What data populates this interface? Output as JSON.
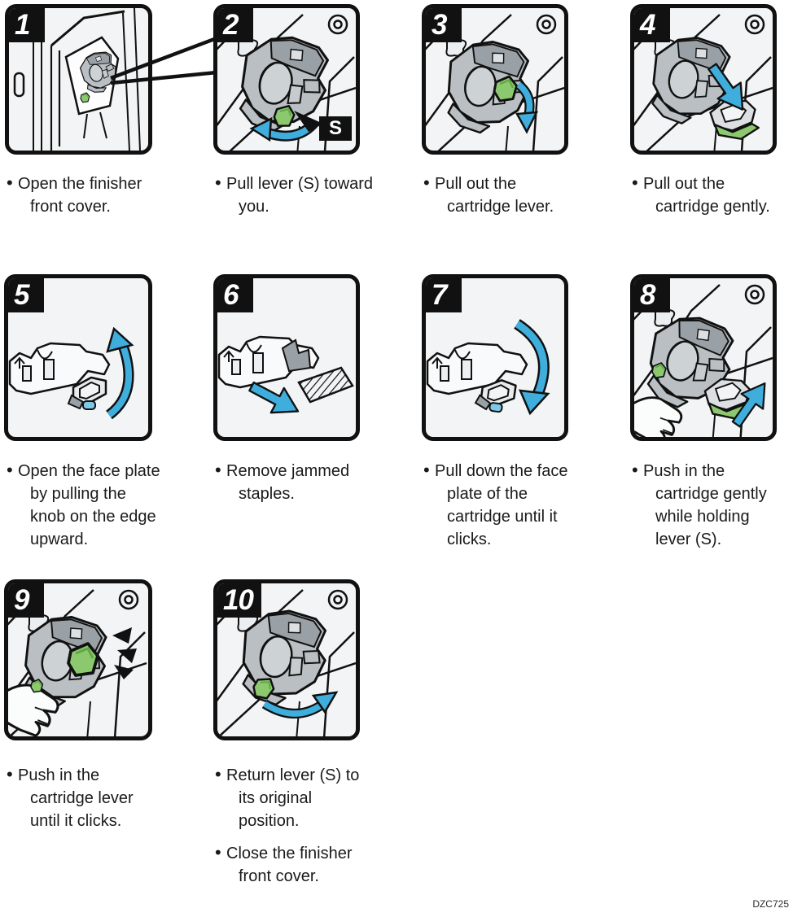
{
  "document": {
    "type": "staple-replacement-instructions",
    "code": "DZC725"
  },
  "colors": {
    "accent_green": "#8CC96E",
    "accent_cyan": "#3FAEDD",
    "panel_background": "#F2F4F5",
    "outline_black": "#111111",
    "machine_gray": "#B9BFC3",
    "machine_gray_dark": "#9AA1A6"
  },
  "labels": {
    "lever_badge": "S"
  },
  "icons": {
    "step1": "zoom-callout-lines",
    "step2": "curved-cyan-arrow-left",
    "step3": "curved-cyan-arrow-down",
    "step4": "cyan-block-arrow-down-right",
    "step5": "curved-cyan-arrow-up",
    "step6": "cyan-block-arrow-down-right",
    "step7": "curved-cyan-arrow-down",
    "step8": "cyan-block-arrow-up-right",
    "step9": "click-marks",
    "step10": "curved-cyan-arrow-right"
  },
  "steps": [
    {
      "number": "1",
      "bullets": [
        [
          "Open the finisher",
          "front cover."
        ]
      ]
    },
    {
      "number": "2",
      "bullets": [
        [
          "Pull lever (S) toward",
          "you."
        ]
      ]
    },
    {
      "number": "3",
      "bullets": [
        [
          "Pull out the",
          "cartridge lever."
        ]
      ]
    },
    {
      "number": "4",
      "bullets": [
        [
          "Pull out the",
          "cartridge gently."
        ]
      ]
    },
    {
      "number": "5",
      "bullets": [
        [
          "Open the face plate",
          "by pulling the",
          "knob on the edge",
          "upward."
        ]
      ]
    },
    {
      "number": "6",
      "bullets": [
        [
          "Remove jammed",
          "staples."
        ]
      ]
    },
    {
      "number": "7",
      "bullets": [
        [
          "Pull down the face",
          "plate of the",
          "cartridge until it",
          "clicks."
        ]
      ]
    },
    {
      "number": "8",
      "bullets": [
        [
          "Push in the",
          "cartridge gently",
          "while holding",
          "lever (S)."
        ]
      ]
    },
    {
      "number": "9",
      "bullets": [
        [
          "Push in the",
          "cartridge lever",
          "until it clicks."
        ]
      ]
    },
    {
      "number": "10",
      "bullets": [
        [
          "Return lever (S) to",
          "its original",
          "position."
        ],
        [
          "Close the finisher",
          "front cover."
        ]
      ]
    }
  ]
}
